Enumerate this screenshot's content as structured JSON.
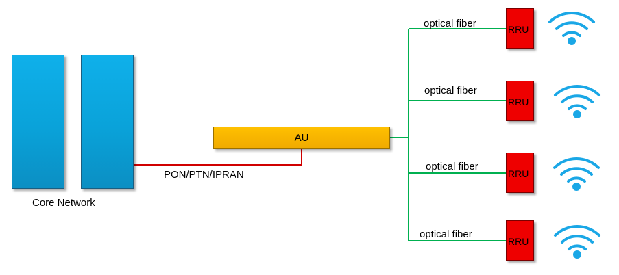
{
  "core_network": {
    "label": "Core Network"
  },
  "au": {
    "label": "AU"
  },
  "backhaul": {
    "label": "PON/PTN/IPRAN"
  },
  "rru_units": [
    {
      "label": "RRU",
      "link_label": "optical fiber"
    },
    {
      "label": "RRU",
      "link_label": "optical fiber"
    },
    {
      "label": "RRU",
      "link_label": "optical fiber"
    },
    {
      "label": "RRU",
      "link_label": "optical fiber"
    }
  ],
  "colors": {
    "server": "#0aa2d9",
    "au": "#ffc000",
    "rru": "#ee0000",
    "backhaul_line": "#d00000",
    "fiber_line": "#00b050",
    "wifi": "#1aa7e6"
  },
  "icons": {
    "wifi": "wifi-icon"
  }
}
